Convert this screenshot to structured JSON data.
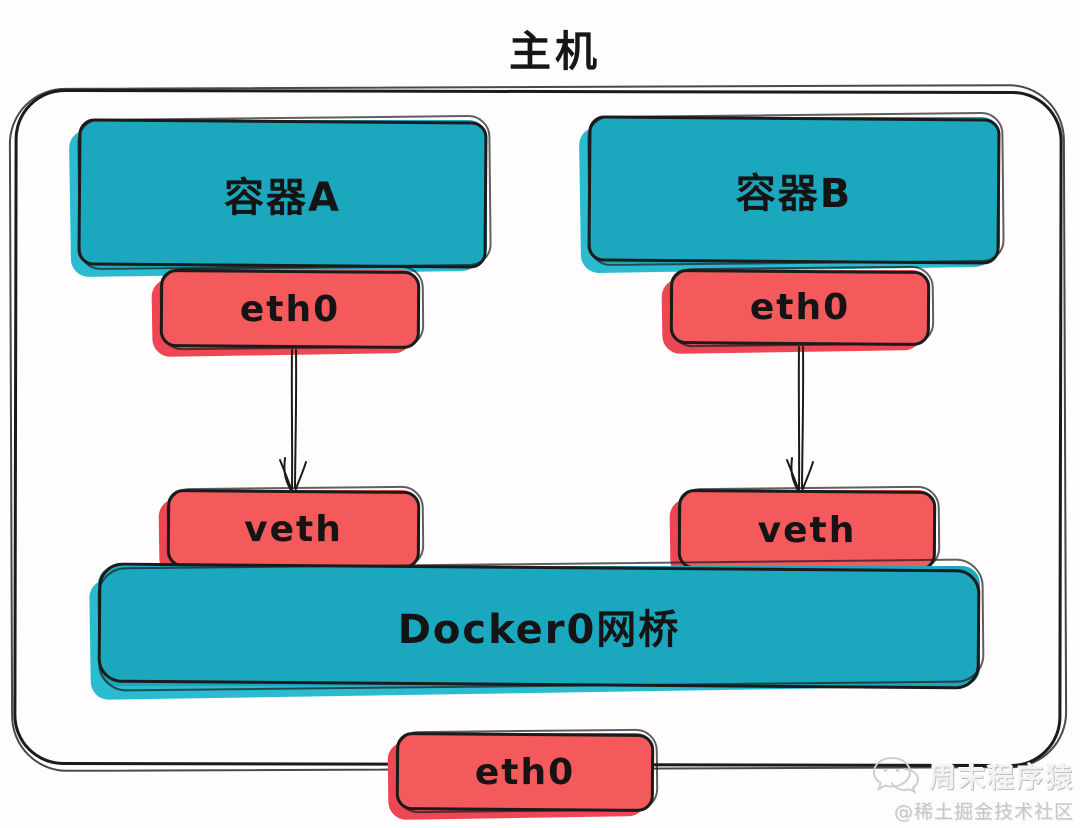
{
  "title": "主机",
  "colors": {
    "teal": "#1BA8BE",
    "red": "#F4595B",
    "outline": "#1B1B1B",
    "watermark_gray": "#C7C7C7"
  },
  "nodes": {
    "container_a": {
      "label": "容器A"
    },
    "container_b": {
      "label": "容器B"
    },
    "eth0_a": {
      "label": "eth0"
    },
    "eth0_b": {
      "label": "eth0"
    },
    "veth_a": {
      "label": "veth"
    },
    "veth_b": {
      "label": "veth"
    },
    "bridge": {
      "label": "Docker0网桥"
    },
    "host_eth0": {
      "label": "eth0"
    }
  },
  "edges": [
    {
      "from": "eth0_a",
      "to": "veth_a",
      "style": "hand-drawn-arrow-down"
    },
    {
      "from": "eth0_b",
      "to": "veth_b",
      "style": "hand-drawn-arrow-down"
    }
  ],
  "watermark": {
    "name": "周末程序猿",
    "handle": "@稀土掘金技术社区"
  }
}
